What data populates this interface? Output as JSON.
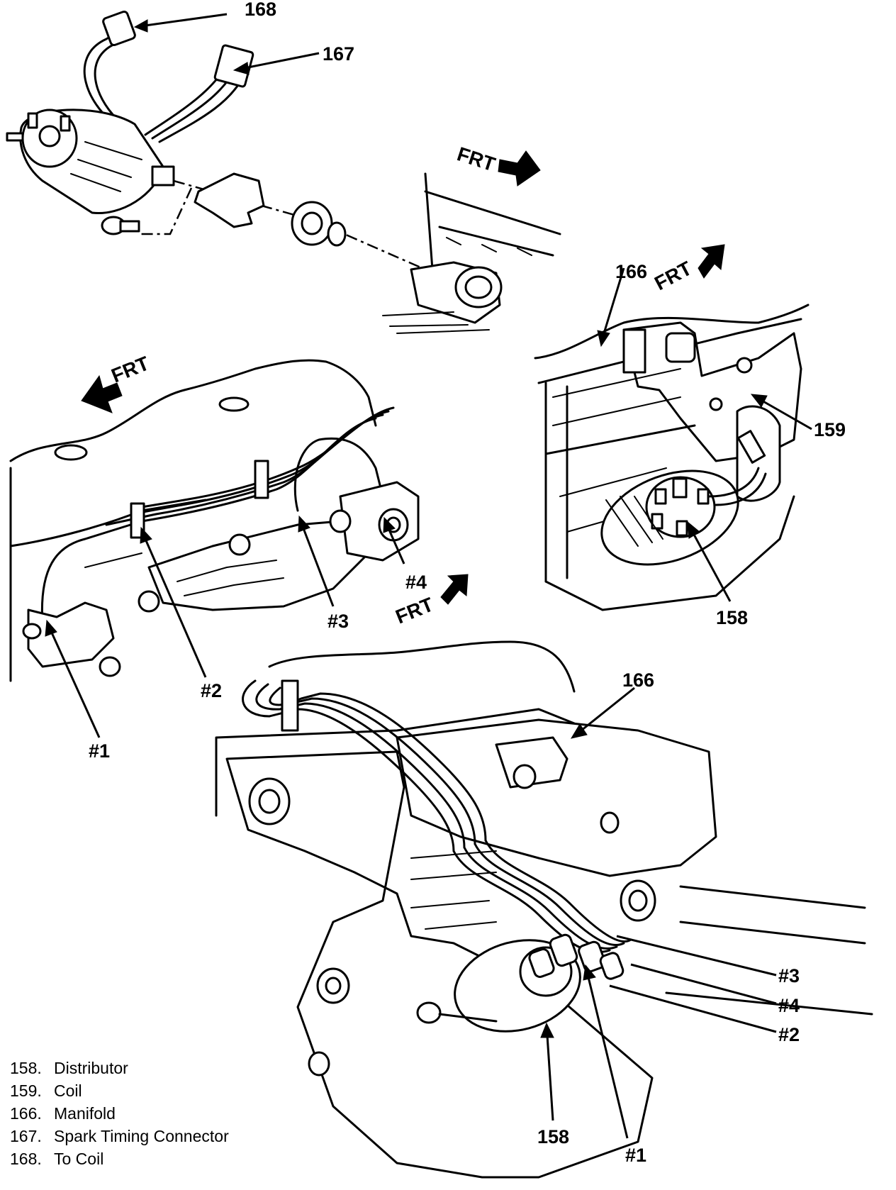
{
  "callouts": {
    "c168_top": "168",
    "c167_top": "167",
    "c166_right": "166",
    "c159": "159",
    "c158_right": "158",
    "c166_bottom": "166",
    "c158_bottom": "158",
    "l_left_4": "#4",
    "l_left_3": "#3",
    "l_left_2": "#2",
    "l_left_1": "#1",
    "l_bot_3": "#3",
    "l_bot_4": "#4",
    "l_bot_2": "#2",
    "l_bot_1": "#1"
  },
  "frt_labels": {
    "top": "FRT",
    "right": "FRT",
    "left": "FRT",
    "middle": "FRT"
  },
  "legend": [
    {
      "number": "158.",
      "name": "Distributor"
    },
    {
      "number": "159.",
      "name": "Coil"
    },
    {
      "number": "166.",
      "name": "Manifold"
    },
    {
      "number": "167.",
      "name": "Spark Timing Connector"
    },
    {
      "number": "168.",
      "name": "To Coil"
    }
  ]
}
